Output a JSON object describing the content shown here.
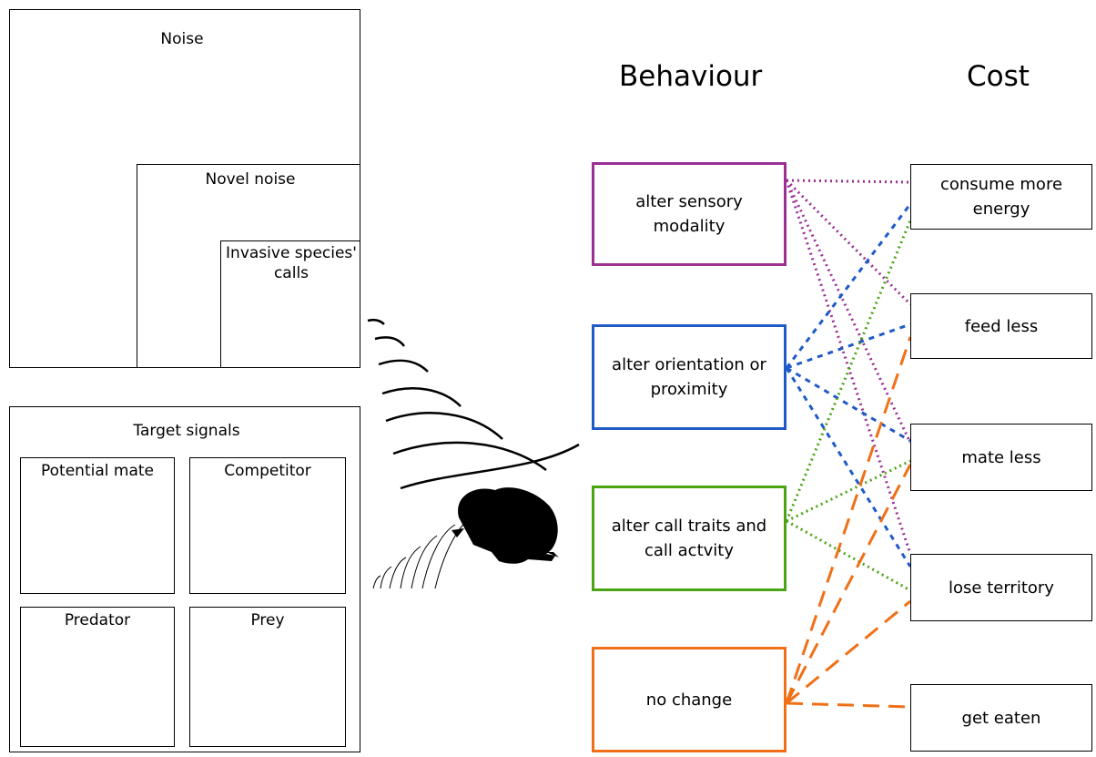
{
  "noise_panel": {
    "title": "Noise",
    "novel": {
      "title": "Novel noise"
    },
    "invasive": {
      "title": "Invasive species' calls"
    }
  },
  "target_panel": {
    "title": "Target signals",
    "cells": [
      {
        "label": "Potential mate",
        "icon": "frog-icon"
      },
      {
        "label": "Competitor",
        "icon": "frogs-icon"
      },
      {
        "label": "Predator",
        "icon": "owl-icon"
      },
      {
        "label": "Prey",
        "icon": "beetle-icon"
      }
    ]
  },
  "headers": {
    "behaviour": "Behaviour",
    "cost": "Cost"
  },
  "behaviours": [
    {
      "id": "sensory",
      "label": "alter sensory modality",
      "color": "#9b2f93",
      "dash": "dotted"
    },
    {
      "id": "orientation",
      "label": "alter orientation or proximity",
      "color": "#1e5bc6",
      "dash": "dashed"
    },
    {
      "id": "call",
      "label": "alter call traits and call actvity",
      "color": "#4aa414",
      "dash": "dotted"
    },
    {
      "id": "nochange",
      "label": "no change",
      "color": "#f07018",
      "dash": "long-dashed"
    }
  ],
  "costs": [
    {
      "id": "energy",
      "label": "consume more energy"
    },
    {
      "id": "feed",
      "label": "feed less"
    },
    {
      "id": "mate",
      "label": "mate less"
    },
    {
      "id": "territory",
      "label": "lose territory"
    },
    {
      "id": "eaten",
      "label": "get eaten"
    }
  ],
  "links": [
    {
      "from": "sensory",
      "to": [
        "energy",
        "feed",
        "mate",
        "territory"
      ]
    },
    {
      "from": "orientation",
      "to": [
        "energy",
        "feed",
        "mate",
        "territory"
      ]
    },
    {
      "from": "call",
      "to": [
        "energy",
        "mate",
        "territory"
      ]
    },
    {
      "from": "nochange",
      "to": [
        "feed",
        "mate",
        "territory",
        "eaten"
      ]
    }
  ]
}
